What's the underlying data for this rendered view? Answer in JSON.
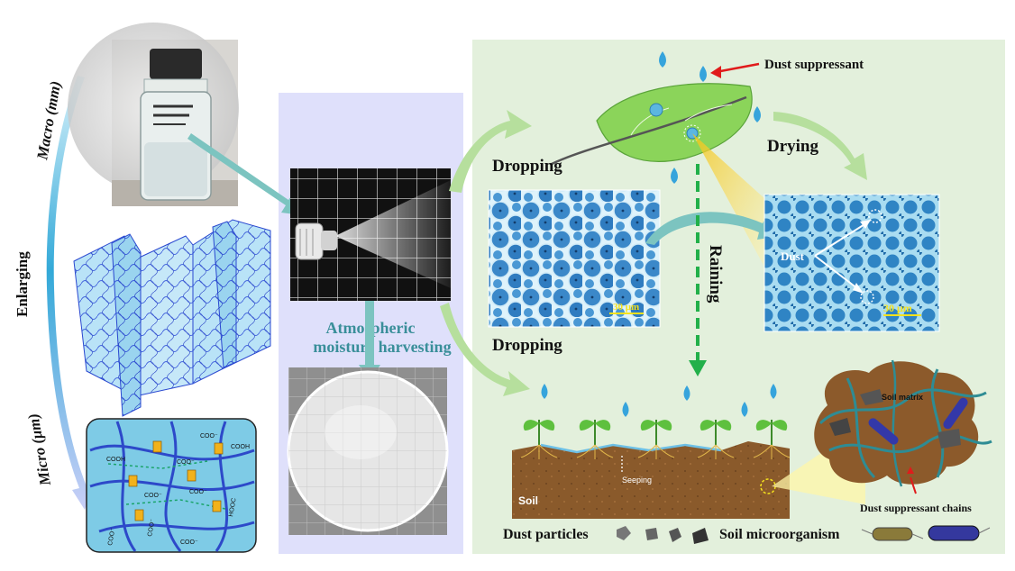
{
  "left": {
    "macro": "Macro (mm)",
    "enlarging": "Enlarging",
    "micro": "Micro (μm)",
    "chem": [
      "COOH",
      "COO⁻",
      "COO⁻",
      "COO⁻",
      "COOH",
      "COO⁻",
      "HOOC",
      "COO⁻",
      "COO⁻",
      "COO⁻"
    ]
  },
  "middle": {
    "label_line1": "Atmospheric",
    "label_line2": "moisture harvesting"
  },
  "right": {
    "dust_suppressant": "Dust suppressant",
    "dropping_top": "Dropping",
    "drying": "Drying",
    "raining": "Raining",
    "dropping_bottom": "Dropping",
    "dust": "Dust",
    "scale_left": "30 μm",
    "scale_right": "30 μm",
    "seeping": "Seeping",
    "soil": "Soil",
    "soil_matrix": "Soil matrix",
    "chains": "Dust suppressant chains",
    "dust_particles": "Dust particles",
    "soil_microorganism": "Soil microorganism"
  },
  "colors": {
    "middle_panel": "#dfe0fb",
    "right_panel": "#e3f0dc",
    "soil": "#8c5a2b",
    "hydrogel": "#7ecbe6",
    "leaf": "#8bd45a",
    "arrow_green": "#b6df9d",
    "arrow_teal": "#7cc4c0",
    "rain_green": "#22b04a"
  }
}
